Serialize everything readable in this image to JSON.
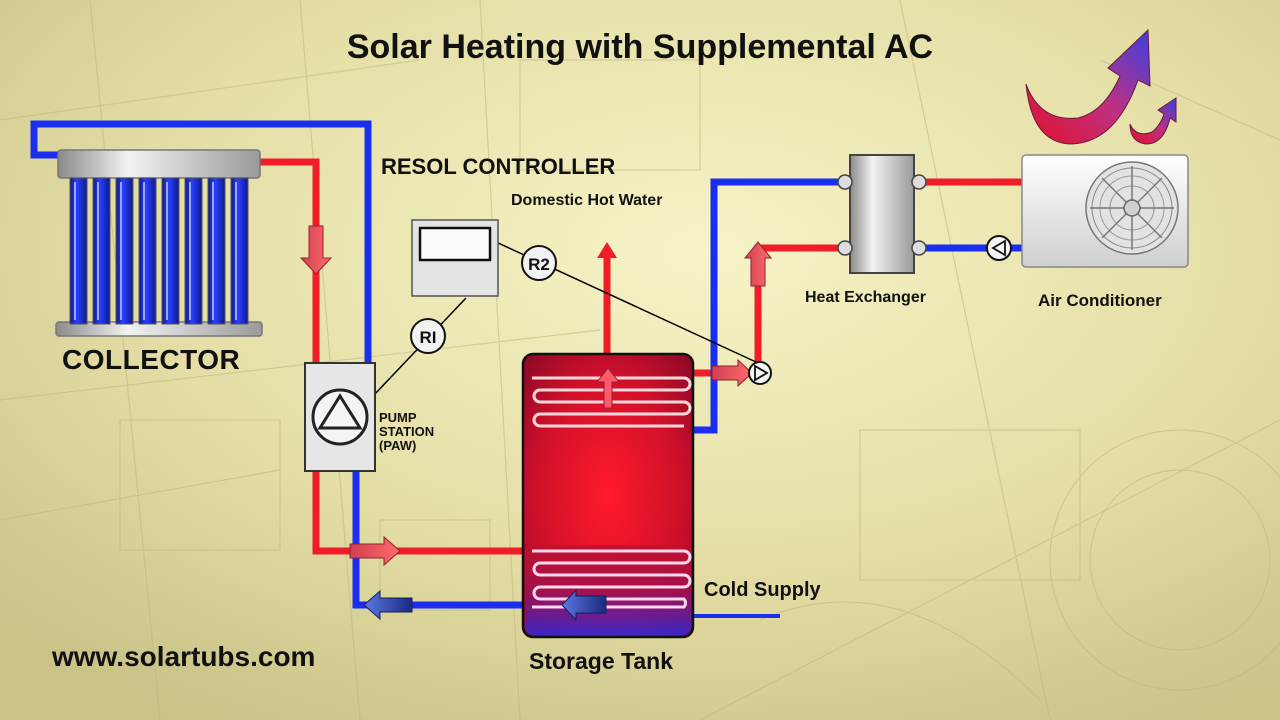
{
  "title": "Solar Heating with Supplemental AC",
  "labels": {
    "collector": "COLLECTOR",
    "controller": "RESOL CONTROLLER",
    "domestic_hot_water": "Domestic Hot Water",
    "heat_exchanger": "Heat Exchanger",
    "air_conditioner": "Air Conditioner",
    "pump_station": "PUMP\nSTATION\n(PAW)",
    "cold_supply": "Cold Supply",
    "storage_tank": "Storage Tank",
    "website": "www.solartubs.com"
  },
  "sensors": {
    "r1": "RI",
    "r2": "R2"
  },
  "colors": {
    "hot_pipe": "#f01c28",
    "cold_pipe": "#1a2ef0",
    "background": "#e6e0a8"
  }
}
